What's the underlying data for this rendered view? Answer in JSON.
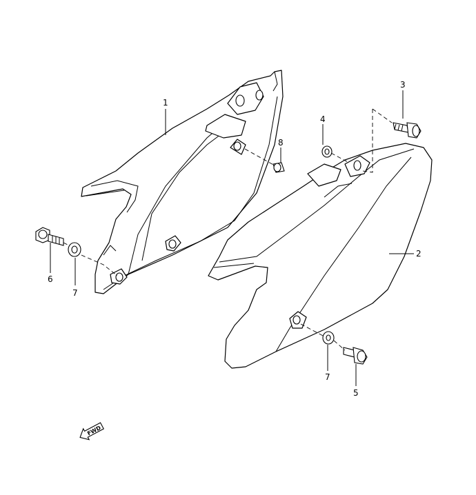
{
  "callouts": {
    "c1": "1",
    "c2": "2",
    "c3": "3",
    "c4": "4",
    "c5": "5",
    "c6": "6",
    "c7a": "7",
    "c7b": "7",
    "c8": "8"
  },
  "fwd": "FWD"
}
